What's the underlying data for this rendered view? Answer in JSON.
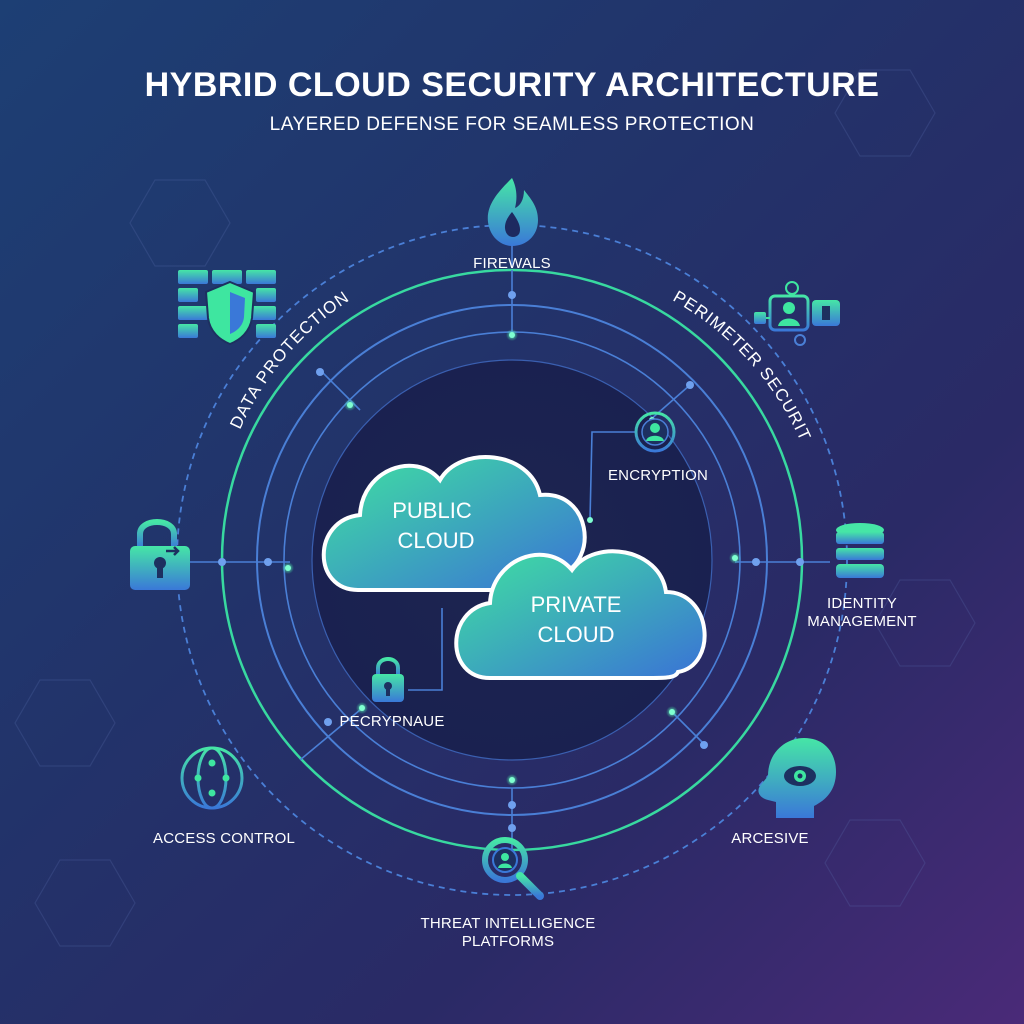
{
  "header": {
    "title": "HYBRID CLOUD SECURITY ARCHITECTURE",
    "subtitle": "LAYERED DEFENSE FOR SEAMLESS PROTECTION"
  },
  "arc_labels": {
    "data_protection": "DATA PROTECTION",
    "perimeter_security": "PERIMETER SECURITY"
  },
  "clouds": {
    "public_line1": "PUBLIC",
    "public_line2": "CLOUD",
    "private_line1": "PRIVATE",
    "private_line2": "CLOUD"
  },
  "nodes": {
    "firewalls": "FIREWALS",
    "encryption": "ENCRYPTION",
    "identity_line1": "IDENTITY",
    "identity_line2": "MANAGEMENT",
    "access_control": "ACCESS CONTROL",
    "arcesive": "ARCESIVE",
    "threat_line1": "THREAT INTELLIGENCE",
    "threat_line2": "PLATFORMS",
    "pecrypnaue": "PECRYPNAUE"
  },
  "colors": {
    "accent_green": "#3ee6a0",
    "accent_blue": "#3a78d8",
    "ring_blue": "#4a7fd6",
    "ring_green": "#38d9a0"
  },
  "icons": [
    "fire-icon",
    "brick-shield-icon",
    "network-people-icon",
    "padlock-icon",
    "database-icon",
    "globe-network-icon",
    "eye-head-icon",
    "magnifier-icon",
    "user-badge-icon",
    "small-padlock-icon"
  ]
}
